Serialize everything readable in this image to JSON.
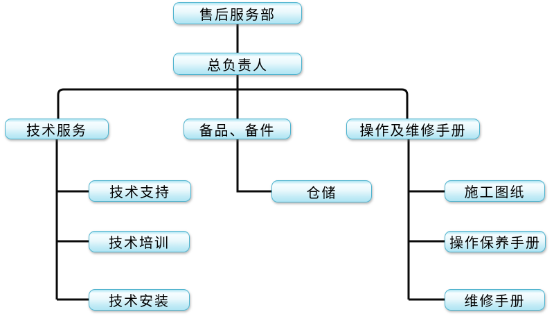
{
  "org_chart": {
    "root": "售后服务部",
    "manager": "总负责人",
    "branches": [
      {
        "label": "技术服务",
        "children": [
          "技术支持",
          "技术培训",
          "技术安装"
        ]
      },
      {
        "label": "备品、备件",
        "children": [
          "仓储"
        ]
      },
      {
        "label": "操作及维修手册",
        "children": [
          "施工图纸",
          "操作保养手册",
          "维修手册"
        ]
      }
    ]
  },
  "colors": {
    "box_fill_top": "#f6fdff",
    "box_fill_bottom": "#b0e5f3",
    "box_border": "#4fb3ce",
    "connector_line": "#0a0a0a",
    "text": "#000000",
    "background": "#ffffff"
  }
}
